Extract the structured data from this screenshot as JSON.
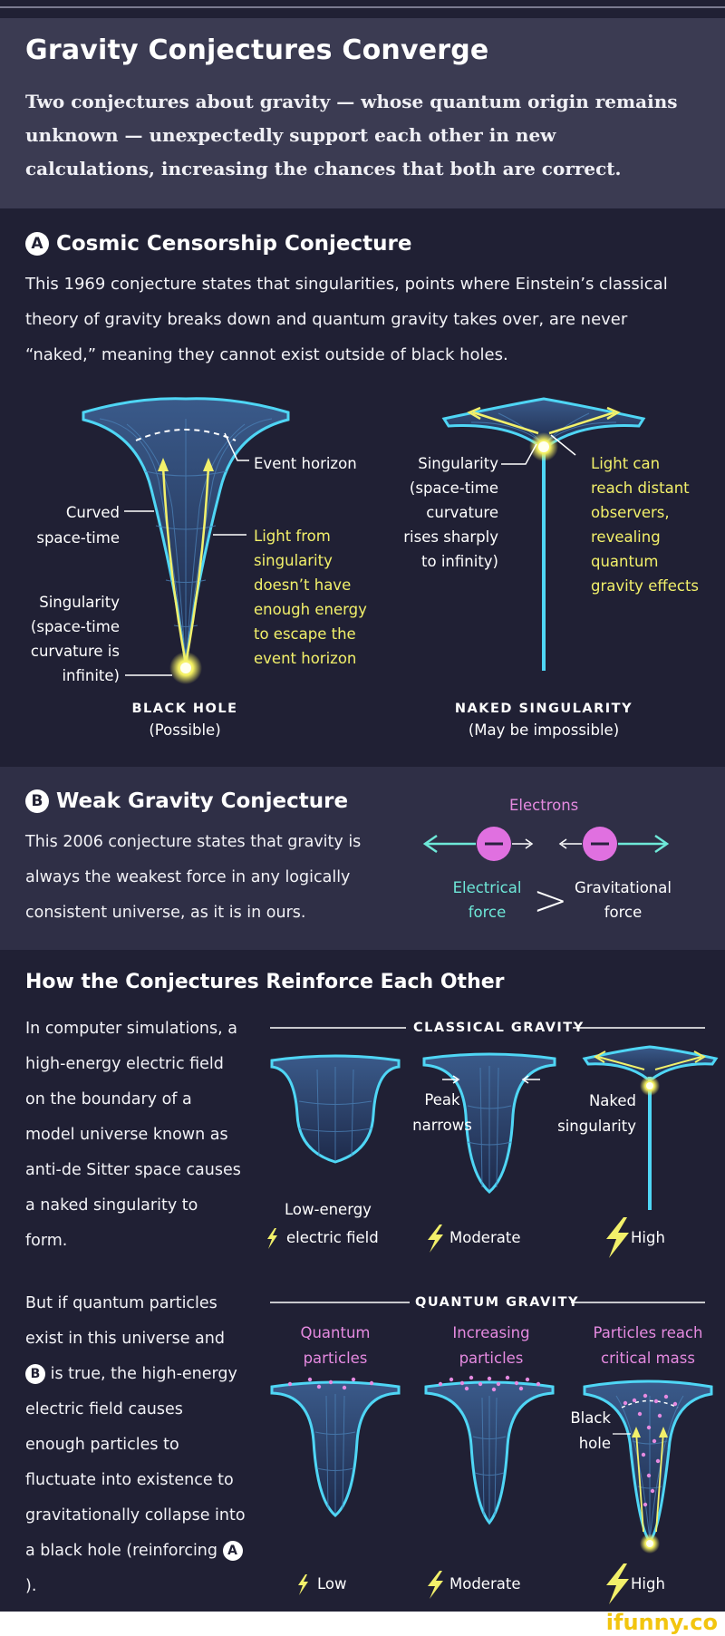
{
  "header": {
    "title": "Gravity Conjectures Converge",
    "subtitle": "Two conjectures about gravity — whose quantum origin remains unknown — unexpectedly support each other in new calculations, increasing the chances that both are correct."
  },
  "section_a": {
    "badge": "A",
    "heading": "Cosmic Censorship Conjecture",
    "body": "This 1969 conjecture states that singularities, points where Einstein’s classical theory of gravity breaks down and quantum gravity takes over, are never “naked,” meaning they cannot exist outside of black holes.",
    "black_hole": {
      "event_horizon": "Event horizon",
      "curved": [
        "Curved",
        "space-time"
      ],
      "light": [
        "Light from",
        "singularity",
        "doesn’t have",
        "enough energy",
        "to escape the",
        "event horizon"
      ],
      "singularity": [
        "Singularity",
        "(space-time",
        "curvature is",
        "infinite)"
      ],
      "caption": "BLACK HOLE",
      "caption_sub": "(Possible)"
    },
    "naked": {
      "singularity": [
        "Singularity",
        "(space-time",
        "curvature",
        "rises sharply",
        "to infinity)"
      ],
      "light": [
        "Light can",
        "reach distant",
        "observers,",
        "revealing",
        "quantum",
        "gravity effects"
      ],
      "caption": "NAKED SINGULARITY",
      "caption_sub": "(May be impossible)"
    }
  },
  "section_b": {
    "badge": "B",
    "heading": "Weak Gravity Conjecture",
    "body": "This 2006 conjecture states that gravity is always the weakest force in any logically consistent universe, as it is in ours.",
    "electrons": "Electrons",
    "electrical": [
      "Electrical",
      "force"
    ],
    "gravitational": [
      "Gravitational",
      "force"
    ],
    "comparison": ">"
  },
  "section_c": {
    "heading": "How the Conjectures Reinforce Each Other",
    "classical_text": "In computer simulations, a high-energy electric field on the boundary of a model universe known as anti-de Sitter space causes a naked singularity to form.",
    "classical_label": "CLASSICAL GRAVITY",
    "peak": [
      "Peak",
      "narrows"
    ],
    "naked": [
      "Naked",
      "singularity"
    ],
    "low_energy": "Low-energy",
    "electric_field": "electric field",
    "moderate": "Moderate",
    "high": "High",
    "quantum_text_1": "But if quantum particles exist in this universe and",
    "quantum_badge_b": "B",
    "quantum_text_2": "is true, the high-energy electric field causes enough particles to fluctuate into existence to gravitationally collapse into a black hole (reinforcing",
    "quantum_badge_a": "A",
    "quantum_text_3": ").",
    "quantum_label": "QUANTUM GRAVITY",
    "quantum_particles": [
      "Quantum",
      "particles"
    ],
    "increasing": [
      "Increasing",
      "particles"
    ],
    "critical": [
      "Particles reach",
      "critical mass"
    ],
    "black_hole": [
      "Black",
      "hole"
    ],
    "low": "Low",
    "moderate2": "Moderate",
    "high2": "High"
  },
  "footer": {
    "logo": "ifunny.co"
  },
  "colors": {
    "background": "#202034",
    "header_bg": "#3b3b52",
    "band_bg": "#2f2f46",
    "cyan": "#3fd0f0",
    "yellow": "#f2f06a",
    "magenta": "#e070e0",
    "green": "#6ee8d8"
  }
}
